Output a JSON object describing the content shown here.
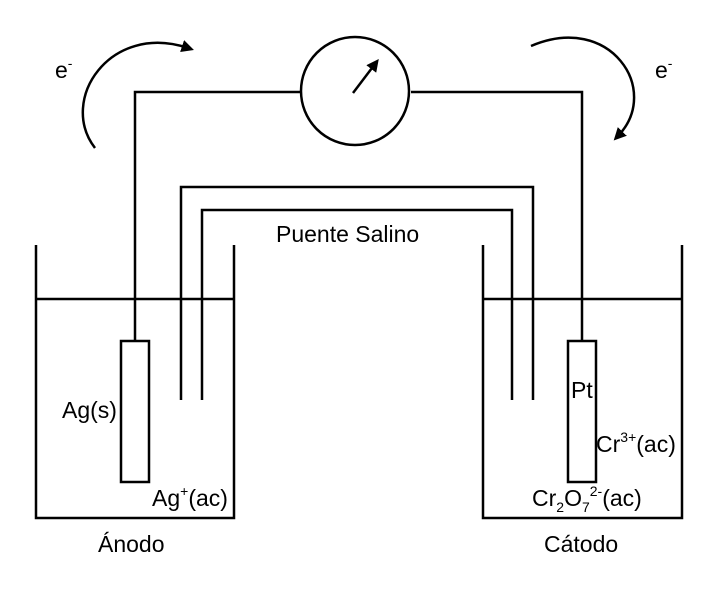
{
  "labels": {
    "electron_left": "e",
    "electron_right": "e",
    "electron_charge": "-",
    "salt_bridge": "Puente Salino",
    "anode": "Ánodo",
    "cathode": "Cátodo",
    "anode_electrode": "Ag(s)",
    "cathode_electrode": "Pt"
  },
  "species": {
    "ag_ion": {
      "base": "Ag",
      "charge": "+",
      "phase": "(ac)"
    },
    "cr_ion": {
      "base": "Cr",
      "charge": "3+",
      "phase": "(ac)"
    },
    "dichromate": {
      "el1": "Cr",
      "n1": "2",
      "el2": "O",
      "n2": "7",
      "charge": "2-",
      "phase": "(ac)"
    }
  },
  "colors": {
    "line": "#000000",
    "background": "#ffffff"
  }
}
